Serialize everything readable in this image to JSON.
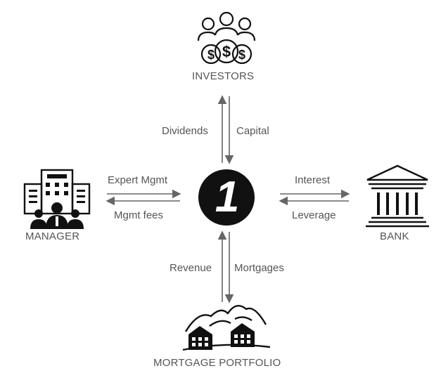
{
  "center": {
    "logo_text": "1"
  },
  "nodes": {
    "investors": {
      "label": "INVESTORS",
      "icon": "investors-money-icon"
    },
    "manager": {
      "label": "MANAGER",
      "icon": "office-building-people-icon"
    },
    "bank": {
      "label": "BANK",
      "icon": "bank-building-icon"
    },
    "portfolio": {
      "label": "MORTGAGE PORTFOLIO",
      "icon": "houses-mountains-icon"
    }
  },
  "flows": {
    "dividends": "Dividends",
    "capital": "Capital",
    "expert_mgmt": "Expert Mgmt",
    "mgmt_fees": "Mgmt fees",
    "interest": "Interest",
    "leverage": "Leverage",
    "revenue": "Revenue",
    "mortgages": "Mortgages"
  },
  "colors": {
    "text": "#555555",
    "arrow": "#666666",
    "icon": "#111111"
  }
}
